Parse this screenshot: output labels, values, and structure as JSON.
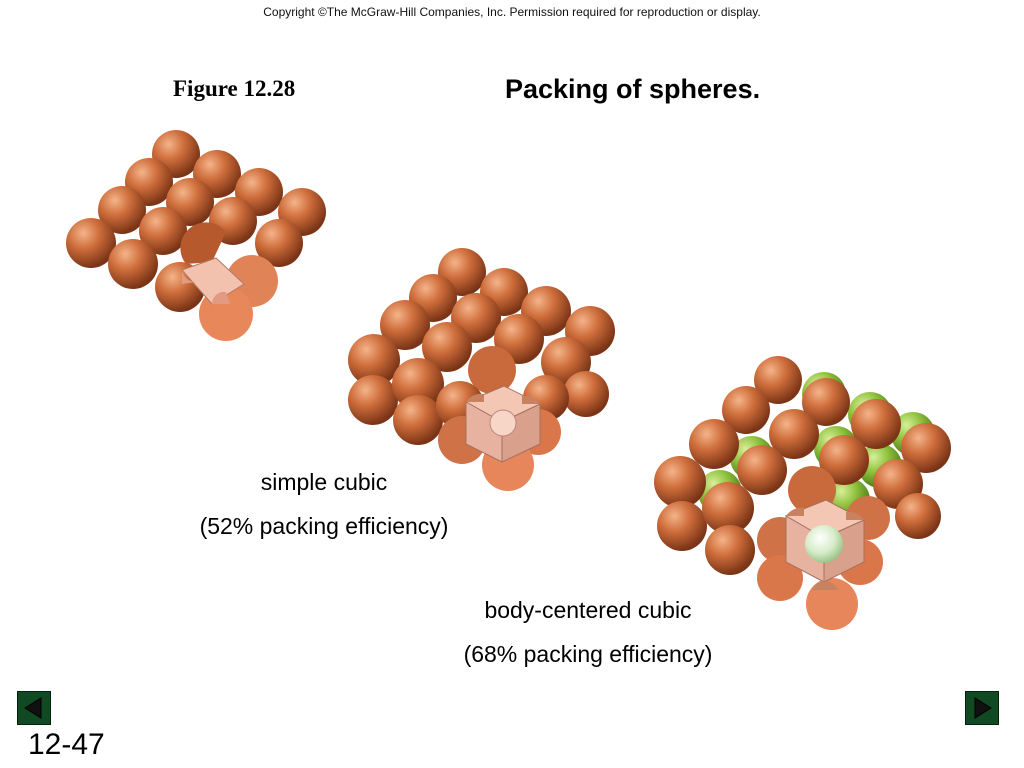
{
  "header": {
    "copyright": "Copyright ©The McGraw-Hill Companies, Inc.  Permission required for reproduction or display."
  },
  "figure": {
    "label": "Figure 12.28",
    "title": "Packing of spheres."
  },
  "panels": [
    {
      "name": "simple cubic",
      "efficiency": "(52% packing efficiency)"
    },
    {
      "name": "body-centered cubic",
      "efficiency": "(68% packing efficiency)"
    }
  ],
  "footer": {
    "slide_number": "12-47",
    "prev_icon": "left-triangle-icon",
    "next_icon": "right-triangle-icon"
  },
  "colors": {
    "copper_sphere": "#c8693a",
    "green_sphere": "#8cbf3a",
    "cut_face": "#f2b8a0",
    "nav_button": "#0f4a22"
  }
}
